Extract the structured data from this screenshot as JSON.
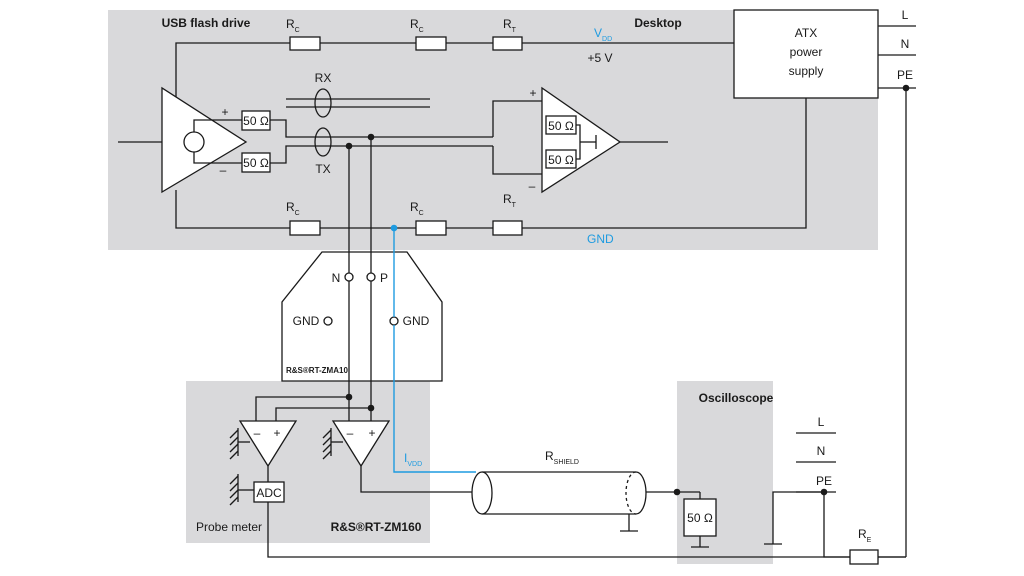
{
  "blocks": {
    "usb": "USB flash drive",
    "desktop": "Desktop",
    "oscilloscope": "Oscilloscope",
    "probe_meter": "Probe meter",
    "zm160": "R&S®RT-ZM160",
    "zma10": "R&S®RT-ZMA10"
  },
  "power": {
    "atx_line1": "ATX",
    "atx_line2": "power",
    "atx_line3": "supply",
    "l": "L",
    "n": "N",
    "pe": "PE"
  },
  "scope_mains": {
    "l": "L",
    "n": "N",
    "pe": "PE"
  },
  "resistors": {
    "r": "R",
    "sub_c": "C",
    "sub_t": "T",
    "sub_e": "E",
    "sub_shield": "SHIELD",
    "ohm50": "50 Ω"
  },
  "signals": {
    "v": "V",
    "v_sub": "DD",
    "plus5v": "+5 V",
    "gnd": "GND",
    "rx": "RX",
    "tx": "TX",
    "i": "I",
    "i_sub": "VDD"
  },
  "adapter": {
    "n": "N",
    "p": "P",
    "gnd_left": "GND",
    "gnd_right": "GND"
  },
  "probe": {
    "adc": "ADC",
    "plus": "+",
    "minus": "–"
  },
  "colors": {
    "block_fill": "#d9d9db",
    "accent_blue": "#1e9be0",
    "line": "#1a1a1a"
  }
}
